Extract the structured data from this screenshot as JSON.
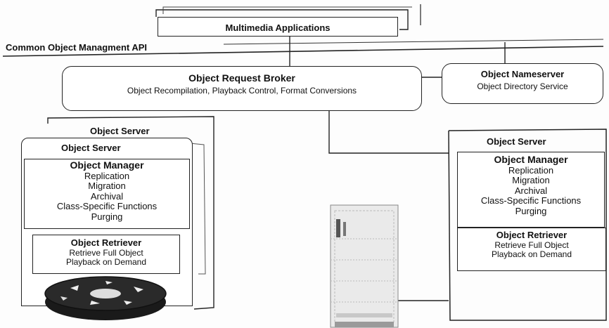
{
  "top": {
    "app_label": "Multimedia Applications",
    "api_label": "Common Object Managment API"
  },
  "broker": {
    "title": "Object Request Broker",
    "subtitle": "Object Recompilation, Playback Control, Format Conversions"
  },
  "nameserver": {
    "title": "Object Nameserver",
    "subtitle": "Object Directory Service"
  },
  "left_server": {
    "back_title": "Object Server",
    "title": "Object Server",
    "manager": {
      "title": "Object Manager",
      "items": [
        "Replication",
        "Migration",
        "Archival",
        "Class-Specific Functions",
        "Purging"
      ]
    },
    "retriever": {
      "title": "Object Retriever",
      "items": [
        "Retrieve Full Object",
        "Playback on Demand"
      ]
    }
  },
  "right_server": {
    "title": "Object Server",
    "manager": {
      "title": "Object Manager",
      "items": [
        "Replication",
        "Migration",
        "Archival",
        "Class-Specific Functions",
        "Purging"
      ]
    },
    "retriever": {
      "title": "Object Retriever",
      "items": [
        "Retrieve Full Object",
        "Playback on Demand"
      ]
    }
  },
  "colors": {
    "ink": "#222222",
    "disk": "#1a1a1a"
  }
}
